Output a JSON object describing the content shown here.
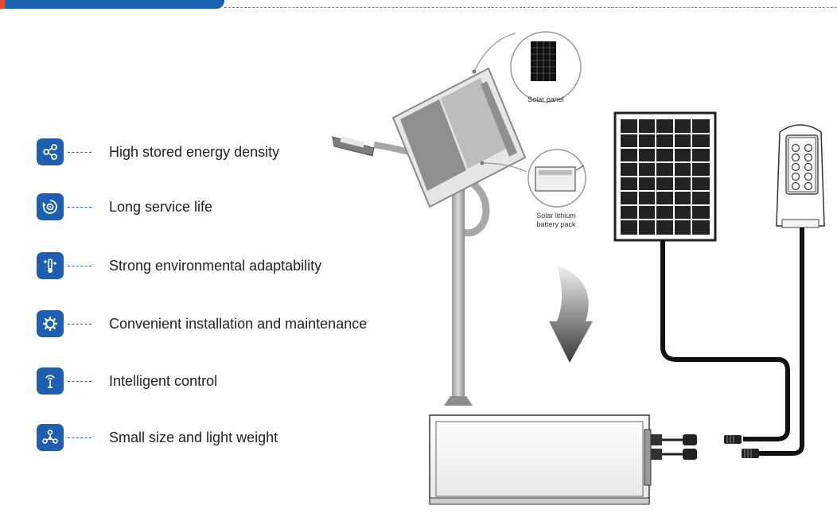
{
  "features": [
    {
      "label": "High stored energy density",
      "icon": "share-nodes-icon"
    },
    {
      "label": "Long service life",
      "icon": "recycle-gear-icon"
    },
    {
      "label": "Strong environmental adaptability",
      "icon": "thermometer-snowflake-icon"
    },
    {
      "label": "Convenient installation and maintenance",
      "icon": "gear-icon"
    },
    {
      "label": "Intelligent control",
      "icon": "antenna-icon"
    },
    {
      "label": "Small size and light weight",
      "icon": "molecule-icon"
    }
  ],
  "diagram": {
    "solar_panel_label": "Solar panel",
    "battery_label_line1": "Solar lithium",
    "battery_label_line2": "battery pack"
  },
  "colors": {
    "brand_blue": "#1e5fb0",
    "accent_red": "#e54b2f"
  }
}
